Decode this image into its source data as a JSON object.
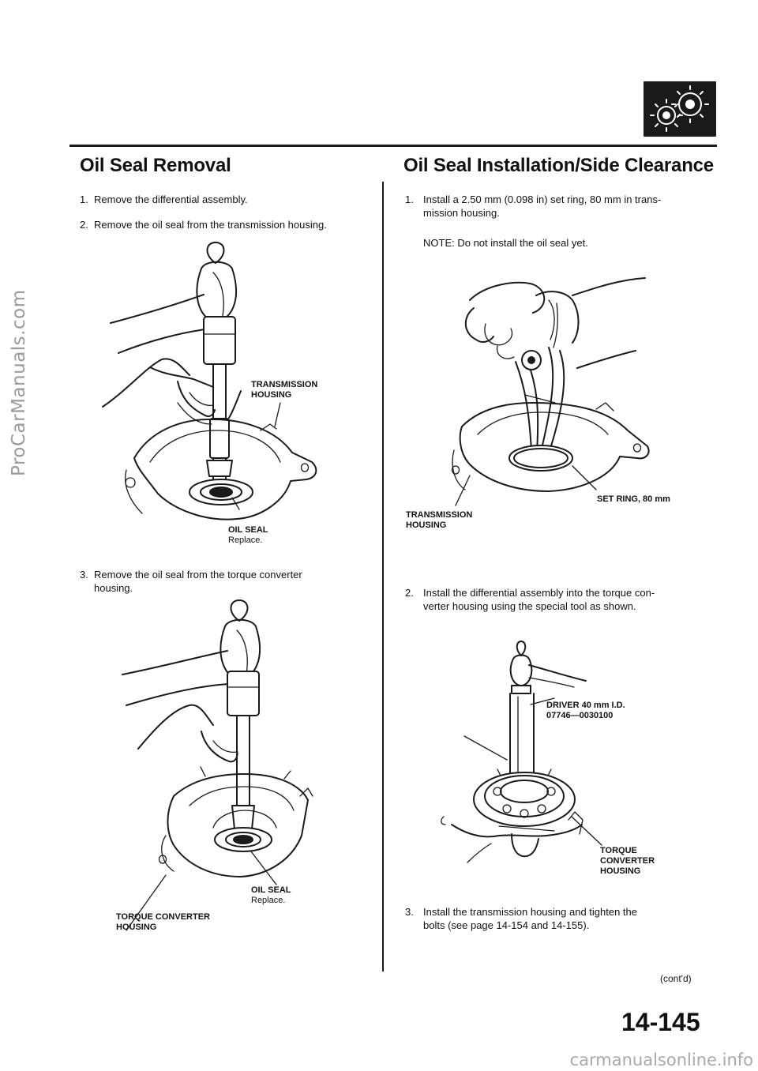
{
  "watermarks": {
    "side": "ProCarManuals.com",
    "bottom": "carmanualsonline.info"
  },
  "left_section": {
    "title": "Oil Seal Removal",
    "steps": [
      {
        "num": "1.",
        "text": "Remove the differential assembly."
      },
      {
        "num": "2.",
        "text": "Remove the oil seal from the transmission housing."
      },
      {
        "num": "3.",
        "text_line1": "Remove the oil seal from the torque converter",
        "text_line2": "housing."
      }
    ],
    "figure1": {
      "label_housing_line1": "TRANSMISSION",
      "label_housing_line2": "HOUSING",
      "label_seal": "OIL SEAL",
      "label_seal_note": "Replace."
    },
    "figure2": {
      "label_seal": "OIL SEAL",
      "label_seal_note": "Replace.",
      "label_housing_line1": "TORQUE CONVERTER",
      "label_housing_line2": "HOUSING"
    }
  },
  "right_section": {
    "title": "Oil Seal Installation/Side Clearance",
    "steps": [
      {
        "num": "1.",
        "text_line1": "Install a 2.50 mm (0.098 in) set ring, 80 mm in trans-",
        "text_line2": "mission housing."
      },
      {
        "num": "2.",
        "text_line1": "Install the differential assembly into the torque con-",
        "text_line2": "verter housing using the special tool as shown."
      },
      {
        "num": "3.",
        "text_line1": "Install the transmission housing and tighten the",
        "text_line2": "bolts (see page 14-154 and 14-155)."
      }
    ],
    "note": "NOTE:  Do not install the oil seal yet.",
    "figure1": {
      "label_ring": "SET RING, 80 mm",
      "label_housing_line1": "TRANSMISSION",
      "label_housing_line2": "HOUSING"
    },
    "figure2": {
      "label_driver_line1": "DRIVER 40 mm I.D.",
      "label_driver_line2": "07746—0030100",
      "label_housing_line1": "TORQUE",
      "label_housing_line2": "CONVERTER",
      "label_housing_line3": "HOUSING"
    }
  },
  "footer": {
    "contd": "(cont'd)",
    "page_number": "14-145"
  },
  "icons": {
    "section_icon": "gears-icon"
  }
}
